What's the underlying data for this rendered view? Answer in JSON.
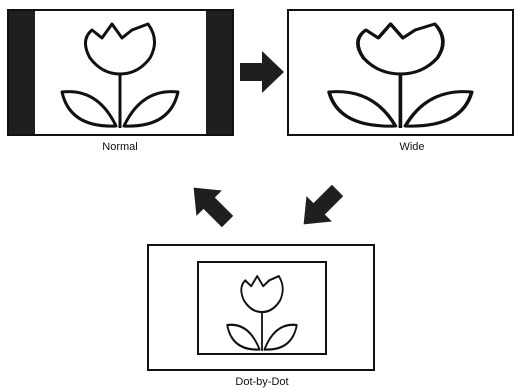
{
  "modes": [
    {
      "id": "normal",
      "label": "Normal"
    },
    {
      "id": "wide",
      "label": "Wide"
    },
    {
      "id": "dot-by-dot",
      "label": "Dot-by-Dot"
    }
  ],
  "arrows": [
    {
      "from": "normal",
      "to": "wide",
      "direction": "right"
    },
    {
      "from": "wide",
      "to": "dot-by-dot",
      "direction": "down-left"
    },
    {
      "from": "dot-by-dot",
      "to": "normal",
      "direction": "up-left"
    }
  ],
  "colors": {
    "line": "#111111",
    "bar": "#1f1f1f",
    "background": "#ffffff"
  },
  "icon": "tulip-icon"
}
